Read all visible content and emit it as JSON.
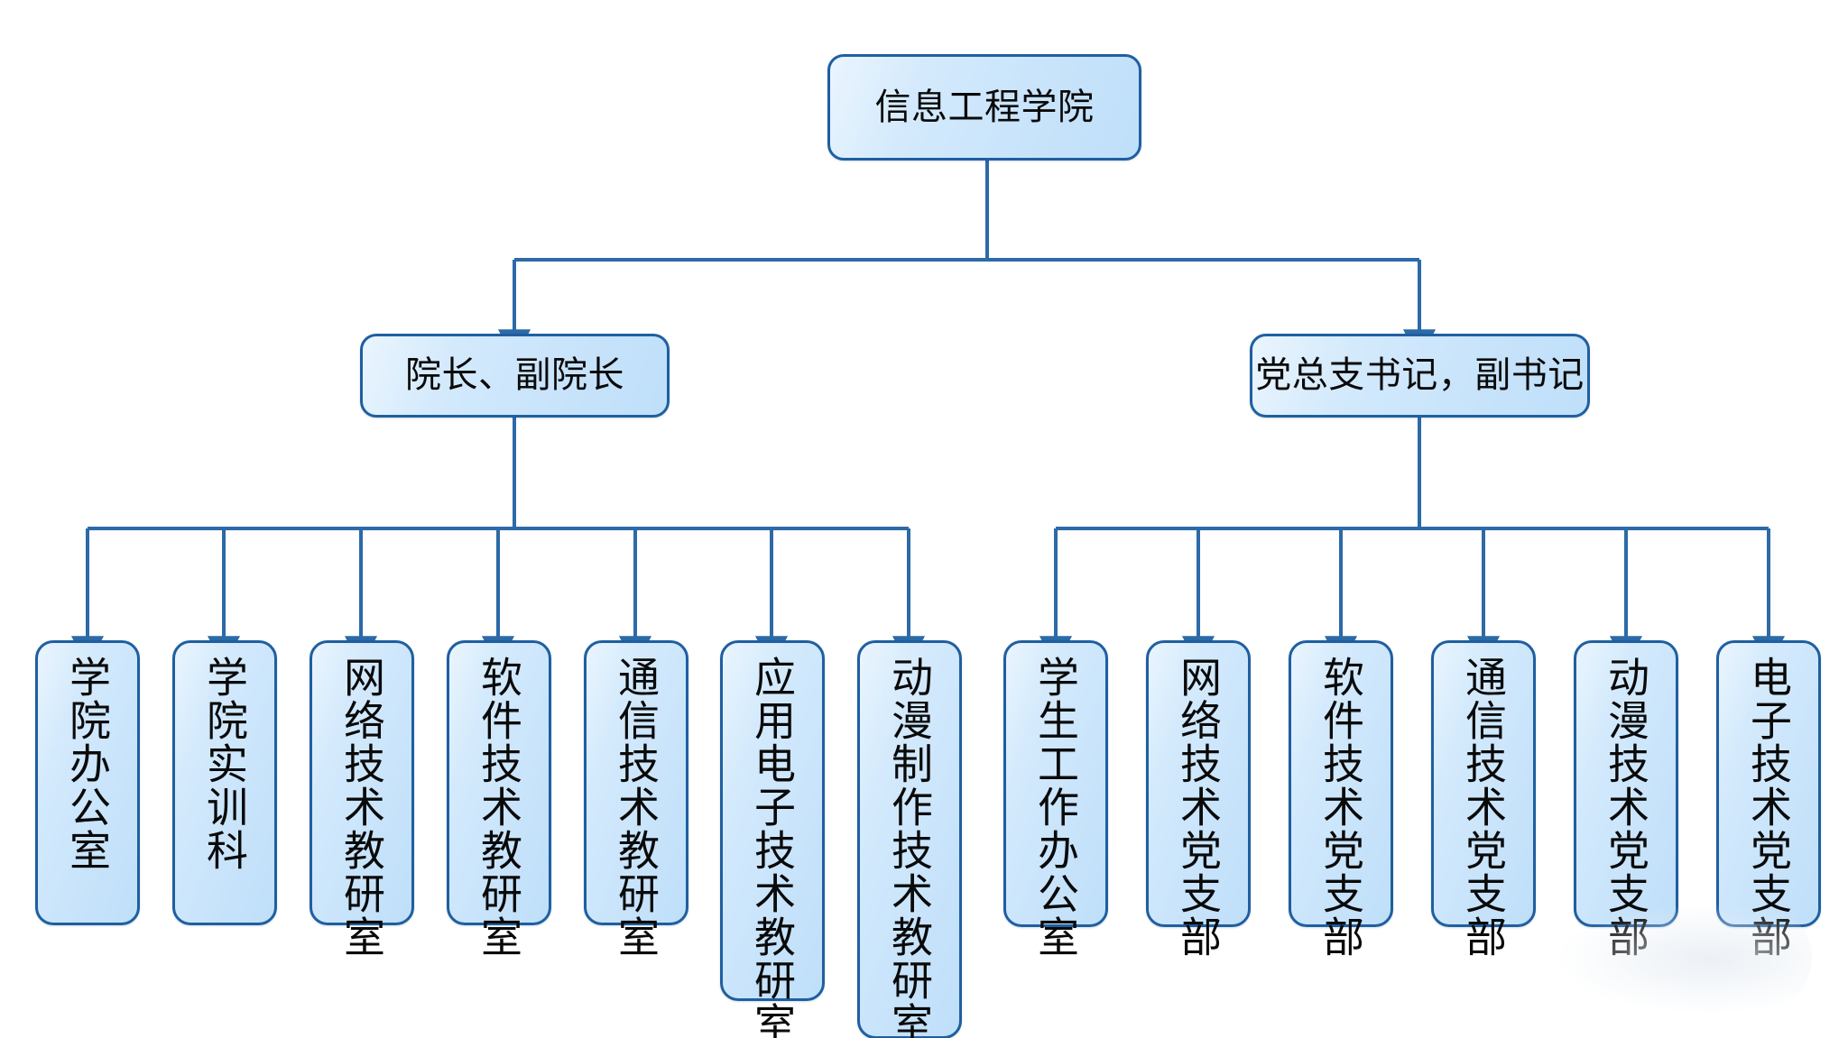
{
  "chart": {
    "type": "org-chart",
    "title": "信息工程学院",
    "orientation": "top-down",
    "accent_color": "#1f5fa0",
    "node_fill_color": "#cde6fa",
    "connector_color": "#2c6aa8",
    "root": {
      "id": "root",
      "label": "信息工程学院"
    },
    "branches": [
      {
        "id": "academic",
        "label": "院长、副院长",
        "children": [
          {
            "id": "l1",
            "label": "学院办公室"
          },
          {
            "id": "l2",
            "label": "学院实训科"
          },
          {
            "id": "l3",
            "label": "网络技术教研室"
          },
          {
            "id": "l4",
            "label": "软件技术教研室"
          },
          {
            "id": "l5",
            "label": "通信技术教研室"
          },
          {
            "id": "l6",
            "label": "应用电子技术教研室"
          },
          {
            "id": "l7",
            "label": "动漫制作技术教研室"
          }
        ]
      },
      {
        "id": "party",
        "label": "党总支书记，副书记",
        "children": [
          {
            "id": "r1",
            "label": "学生工作办公室"
          },
          {
            "id": "r2",
            "label": "网络技术党支部"
          },
          {
            "id": "r3",
            "label": "软件技术党支部"
          },
          {
            "id": "r4",
            "label": "通信技术党支部"
          },
          {
            "id": "r5",
            "label": "动漫技术党支部"
          },
          {
            "id": "r6",
            "label": "电子技术党支部"
          }
        ]
      }
    ]
  }
}
